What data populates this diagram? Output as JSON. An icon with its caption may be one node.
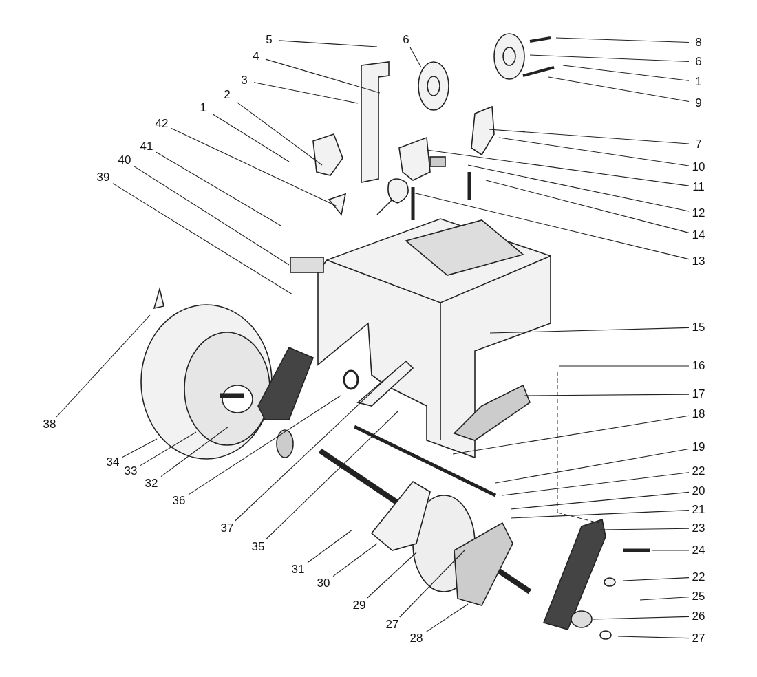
{
  "diagram": {
    "nodes": [
      {
        "text": [
          "5"
        ]
      },
      {
        "text": [
          "4"
        ]
      },
      {
        "text": [
          "3"
        ]
      },
      {
        "text": [
          "2"
        ]
      },
      {
        "text": [
          "1"
        ]
      },
      {
        "text": [
          "42"
        ]
      },
      {
        "text": [
          "41"
        ]
      },
      {
        "text": [
          "40"
        ]
      },
      {
        "text": [
          "39"
        ]
      },
      {
        "text": [
          "6"
        ]
      },
      {
        "text": [
          "8"
        ]
      },
      {
        "text": [
          "6"
        ]
      },
      {
        "text": [
          "1"
        ]
      },
      {
        "text": [
          "9"
        ]
      },
      {
        "text": [
          "7"
        ]
      },
      {
        "text": [
          "10"
        ]
      },
      {
        "text": [
          "11"
        ]
      },
      {
        "text": [
          "12"
        ]
      },
      {
        "text": [
          "14"
        ]
      },
      {
        "text": [
          "13"
        ]
      },
      {
        "text": [
          "38"
        ]
      },
      {
        "text": [
          "15"
        ]
      },
      {
        "text": [
          "16"
        ]
      },
      {
        "text": [
          "17"
        ]
      },
      {
        "text": [
          "18"
        ]
      },
      {
        "text": [
          "19"
        ]
      },
      {
        "text": [
          "22"
        ]
      },
      {
        "text": [
          "20"
        ]
      },
      {
        "text": [
          "21"
        ]
      },
      {
        "text": [
          "23"
        ]
      },
      {
        "text": [
          "24"
        ]
      },
      {
        "text": [
          "22"
        ]
      },
      {
        "text": [
          "25"
        ]
      },
      {
        "text": [
          "26"
        ]
      },
      {
        "text": [
          "27"
        ]
      },
      {
        "text": [
          "34"
        ]
      },
      {
        "text": [
          "33"
        ]
      },
      {
        "text": [
          "32"
        ]
      },
      {
        "text": [
          "36"
        ]
      },
      {
        "text": [
          "37"
        ]
      },
      {
        "text": [
          "35"
        ]
      },
      {
        "text": [
          "31"
        ]
      },
      {
        "text": [
          "30"
        ]
      },
      {
        "text": [
          "29"
        ]
      },
      {
        "text": [
          "27"
        ]
      },
      {
        "text": [
          "28"
        ]
      }
    ],
    "edges": [
      {
        "from": 0,
        "to": null,
        "arrow": "none"
      },
      {
        "from": 1,
        "to": null,
        "arrow": "none"
      },
      {
        "from": 2,
        "to": null,
        "arrow": "none"
      },
      {
        "from": 3,
        "to": null,
        "arrow": "none"
      },
      {
        "from": 4,
        "to": null,
        "arrow": "none"
      },
      {
        "from": 5,
        "to": null,
        "arrow": "none"
      },
      {
        "from": 6,
        "to": null,
        "arrow": "none"
      },
      {
        "from": 7,
        "to": null,
        "arrow": "none"
      },
      {
        "from": 8,
        "to": null,
        "arrow": "none"
      },
      {
        "from": 9,
        "to": null,
        "arrow": "none"
      },
      {
        "from": 10,
        "to": null,
        "arrow": "none"
      },
      {
        "from": 11,
        "to": null,
        "arrow": "none"
      },
      {
        "from": 12,
        "to": null,
        "arrow": "none"
      },
      {
        "from": 13,
        "to": null,
        "arrow": "none"
      },
      {
        "from": 14,
        "to": null,
        "arrow": "none"
      },
      {
        "from": 15,
        "to": null,
        "arrow": "none"
      },
      {
        "from": 16,
        "to": null,
        "arrow": "none"
      },
      {
        "from": 17,
        "to": null,
        "arrow": "none"
      },
      {
        "from": 18,
        "to": null,
        "arrow": "none"
      },
      {
        "from": 19,
        "to": null,
        "arrow": "none"
      },
      {
        "from": 20,
        "to": null,
        "arrow": "none"
      },
      {
        "from": 21,
        "to": null,
        "arrow": "none"
      },
      {
        "from": 22,
        "to": null,
        "arrow": "none"
      },
      {
        "from": 23,
        "to": null,
        "arrow": "none"
      },
      {
        "from": 24,
        "to": null,
        "arrow": "none"
      },
      {
        "from": 25,
        "to": null,
        "arrow": "none"
      },
      {
        "from": 26,
        "to": null,
        "arrow": "none"
      },
      {
        "from": 27,
        "to": null,
        "arrow": "none"
      },
      {
        "from": 28,
        "to": null,
        "arrow": "none"
      },
      {
        "from": 29,
        "to": null,
        "arrow": "none"
      },
      {
        "from": 30,
        "to": null,
        "arrow": "none"
      },
      {
        "from": 31,
        "to": null,
        "arrow": "none"
      },
      {
        "from": 32,
        "to": null,
        "arrow": "none"
      },
      {
        "from": 33,
        "to": null,
        "arrow": "none"
      },
      {
        "from": 34,
        "to": null,
        "arrow": "none"
      },
      {
        "from": 35,
        "to": null,
        "arrow": "none"
      },
      {
        "from": 36,
        "to": null,
        "arrow": "none"
      },
      {
        "from": 37,
        "to": null,
        "arrow": "none"
      },
      {
        "from": 38,
        "to": null,
        "arrow": "none"
      },
      {
        "from": 39,
        "to": null,
        "arrow": "none"
      },
      {
        "from": 40,
        "to": null,
        "arrow": "none"
      },
      {
        "from": 41,
        "to": null,
        "arrow": "none"
      },
      {
        "from": 42,
        "to": null,
        "arrow": "none"
      },
      {
        "from": 43,
        "to": null,
        "arrow": "none"
      },
      {
        "from": 44,
        "to": null,
        "arrow": "none"
      },
      {
        "from": 45,
        "to": null,
        "arrow": "none"
      }
    ]
  }
}
